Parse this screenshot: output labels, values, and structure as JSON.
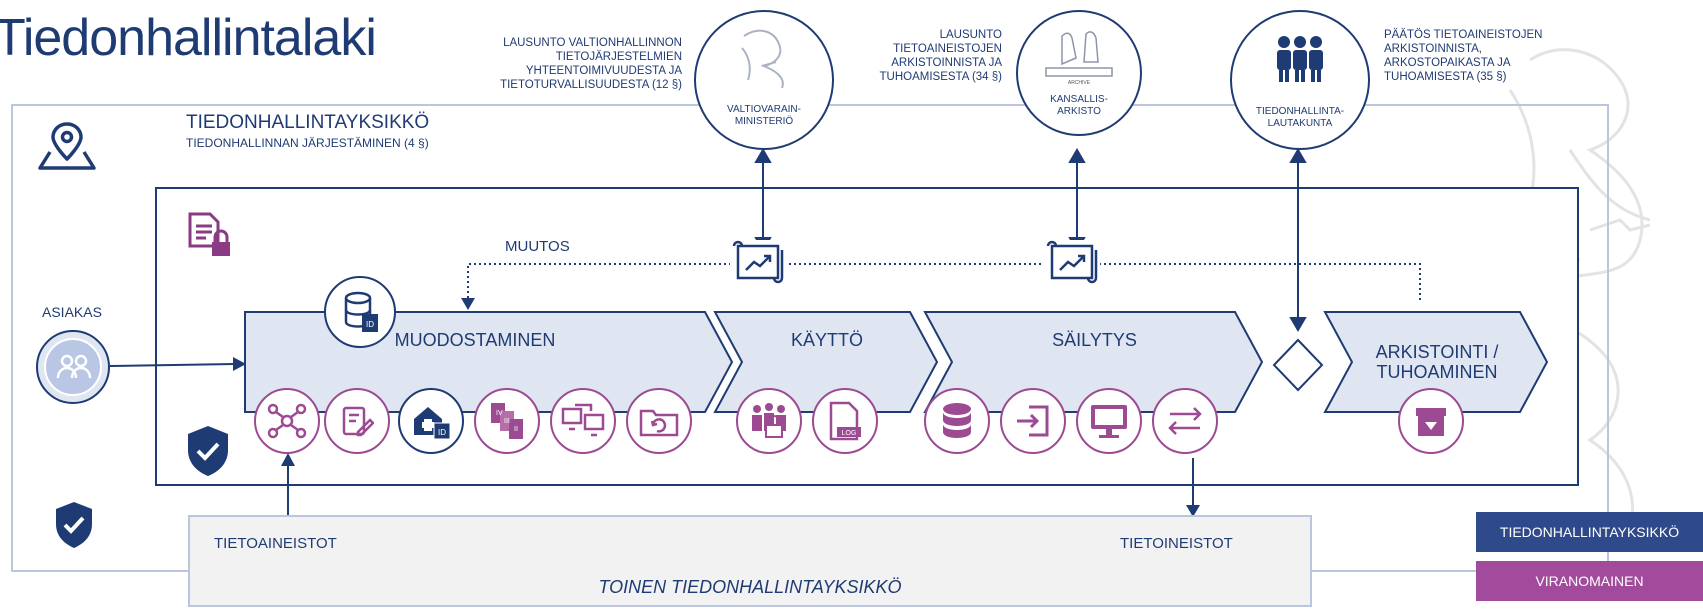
{
  "title": "Tiedonhallintalaki",
  "notes": {
    "vm": "LAUSUNTO VALTIONHALLINNON TIETOJÄRJESTELMIEN YHTEENTOIMIVUUDESTA JA TIETOTURVALLISUUDESTA (12 §)",
    "ka": "LAUSUNTO TIETOAINEISTOJEN ARKISTOINNISTA JA TUHOAMISESTA (34 §)",
    "tl": "PÄÄTÖS TIETOAINEISTOJEN ARKISTOINNISTA, ARKOSTOPAIKASTA JA TUHOAMISESTA (35 §)"
  },
  "orgs": {
    "vm": "VALTIOVARAIN-\nMINISTERIÖ",
    "ka": "KANSALLIS-\nARKISTO",
    "tl": "TIEDONHALLINTA-\nLAUTAKUNTA"
  },
  "unit": {
    "title": "TIEDONHALLINTAYKSIKKÖ",
    "subtitle": "TIEDONHALLINNAN JÄRJESTÄMINEN (4 §)"
  },
  "muutos": "MUUTOS",
  "asiakas": "ASIAKAS",
  "stages": [
    "MUODOSTAMINEN",
    "KÄYTTÖ",
    "SÄILYTYS",
    "ARKISTOINTI /\nTUHOAMINEN"
  ],
  "bottom": {
    "left": "TIETOAINEISTOT",
    "right": "TIETOINEISTOT",
    "other_unit": "TOINEN TIEDONHALLINTAYKSIKKÖ"
  },
  "legend": {
    "unit": "TIEDONHALLINTAYKSIKKÖ",
    "authority": "VIRANOMAINEN"
  },
  "colors": {
    "navy": "#1f3b73",
    "purple": "#9c4b93",
    "chevron_fill": "#dfe6f2",
    "legend_unit": "#2f4a8a",
    "legend_authority": "#a24a9c"
  },
  "icons": [
    "map-pin-icon",
    "document-lock-icon",
    "shield-check-icon",
    "database-id-icon",
    "people-icon",
    "network-icon",
    "edit-icon",
    "health-id-icon",
    "roman-documents-icon",
    "transfer-screens-icon",
    "folder-sync-icon",
    "people-lock-icon",
    "log-file-icon",
    "database-icon",
    "login-icon",
    "monitor-icon",
    "exchange-arrows-icon",
    "archive-box-icon",
    "chart-scroll-icon",
    "diamond-icon"
  ]
}
